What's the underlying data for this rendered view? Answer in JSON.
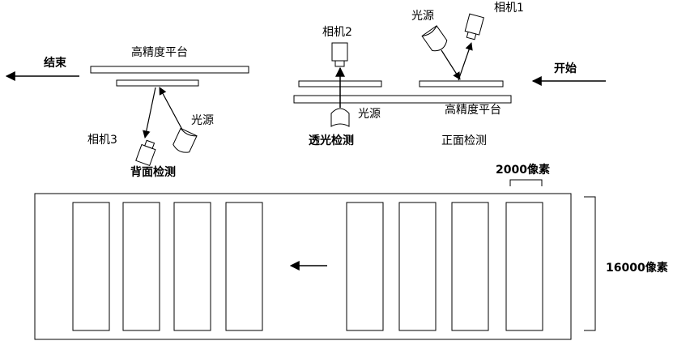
{
  "labels": {
    "start": "开始",
    "end": "结束",
    "platform_top": "高精度平台",
    "platform_right": "高精度平台",
    "camera1": "相机1",
    "camera2": "相机2",
    "camera3": "相机3",
    "light_top": "光源",
    "light_mid": "光源",
    "light_left": "光源",
    "backlight_inspection": "透光检测",
    "front_inspection": "正面检测",
    "back_inspection": "背面检测",
    "width_pixels": "2000像素",
    "height_pixels": "16000像素"
  },
  "image_strips": {
    "count": 8
  }
}
